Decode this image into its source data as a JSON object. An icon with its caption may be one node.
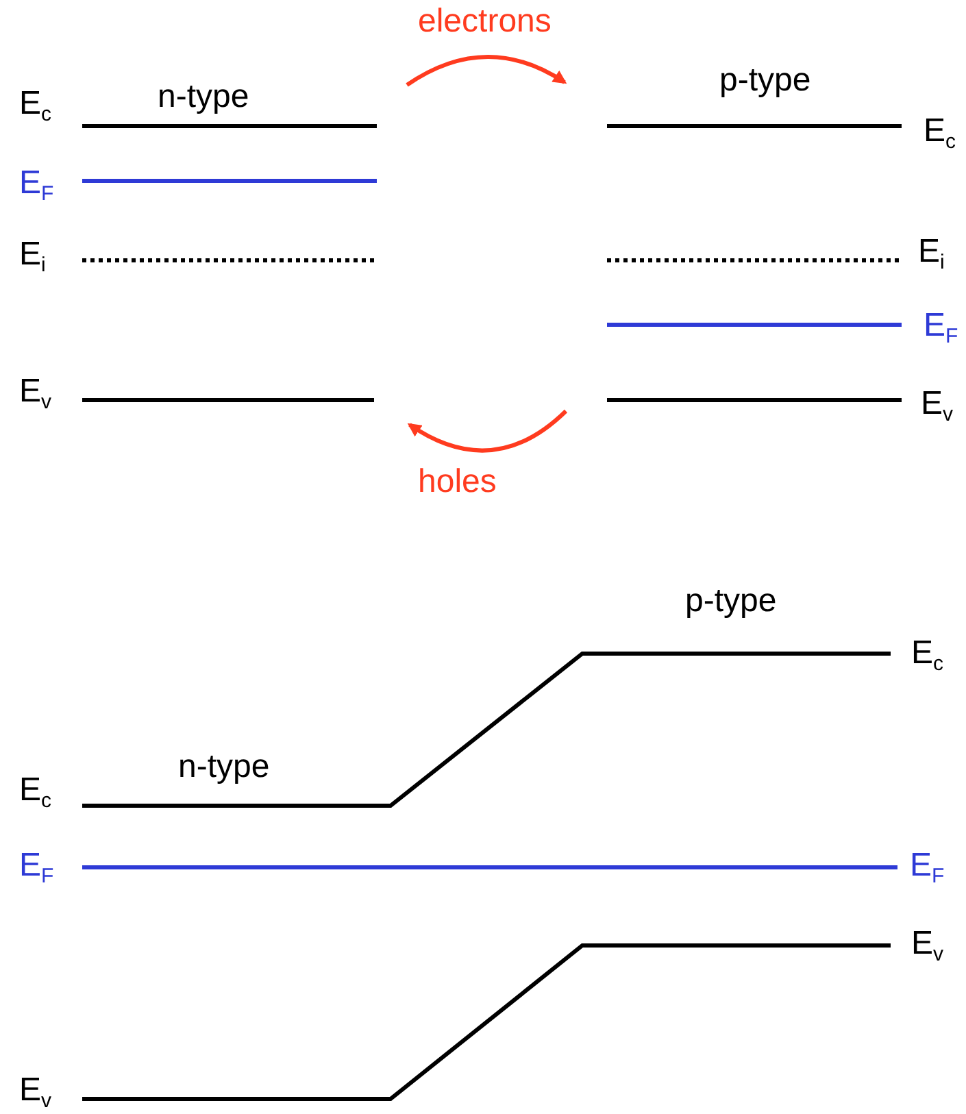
{
  "diagram": {
    "labels": [
      "electrons",
      "E$_{c}$",
      "n-type",
      "p-type",
      "E$_{c}$",
      "E$_{F}$",
      "E$_{i}$",
      "E$_{i}$",
      "E$_{F}$",
      "E$_{v}$",
      "E$_{v}$",
      "holes",
      "p-type",
      "E$_{c}$",
      "n-type",
      "E$_{c}$",
      "E$_{F}$",
      "E$_{F}$",
      "E$_{v}$",
      "E$_{v}$"
    ]
  }
}
